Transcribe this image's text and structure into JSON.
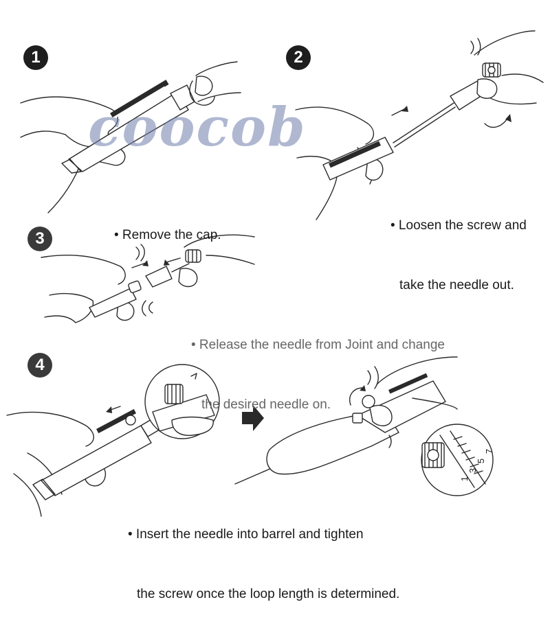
{
  "steps": [
    {
      "number": "1",
      "caption_lines": [
        "• Remove the cap."
      ]
    },
    {
      "number": "2",
      "caption_lines": [
        "• Loosen the screw and",
        "take the needle out."
      ]
    },
    {
      "number": "3",
      "caption_lines": [
        "• Release the needle from Joint and change",
        "the desired needle on."
      ]
    },
    {
      "number": "4",
      "caption_lines": [
        "• Insert the needle into barrel and tighten",
        "the screw once the loop length is determined."
      ]
    }
  ],
  "watermark": "coocob",
  "scale_marks": [
    "1",
    "3",
    "5",
    "7"
  ]
}
